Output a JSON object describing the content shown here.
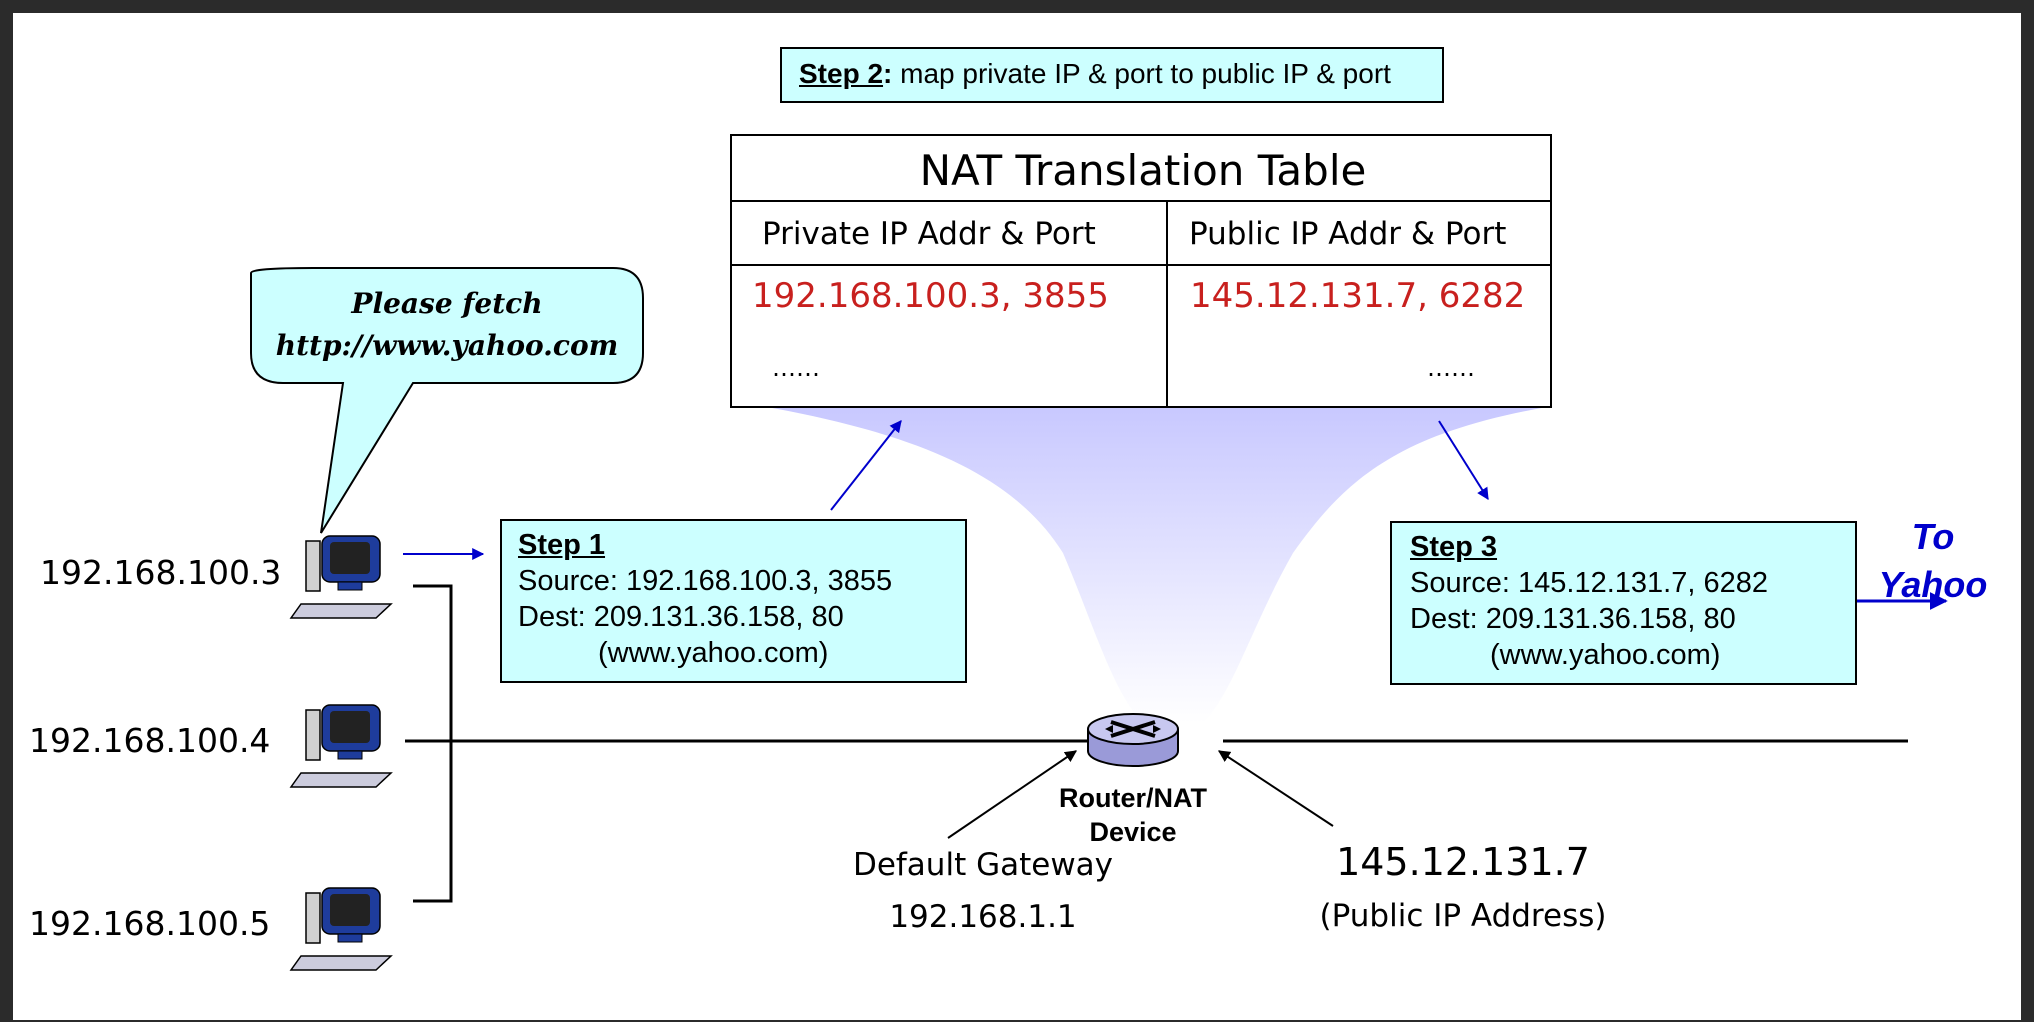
{
  "step2": {
    "label": "Step 2",
    "colon": ":",
    "text": "map private IP & port to public IP & port"
  },
  "nat_table": {
    "title": "NAT Translation Table",
    "headers": [
      "Private IP Addr & Port",
      "Public IP Addr & Port"
    ],
    "rows": [
      [
        "192.168.100.3, 3855",
        "145.12.131.7, 6282"
      ],
      [
        "……",
        "……"
      ]
    ]
  },
  "speech_bubble": {
    "line1": "Please fetch",
    "line2": "http://www.yahoo.com"
  },
  "hosts": [
    "192.168.100.3",
    "192.168.100.4",
    "192.168.100.5"
  ],
  "step1": {
    "label": "Step 1",
    "source": "Source: 192.168.100.3, 3855",
    "dest": "Dest: 209.131.36.158, 80",
    "host": "(www.yahoo.com)"
  },
  "step3": {
    "label": "Step 3",
    "source": "Source: 145.12.131.7, 6282",
    "dest": "Dest: 209.131.36.158, 80",
    "host": "(www.yahoo.com)"
  },
  "to_yahoo": {
    "line1": "To",
    "line2": "Yahoo"
  },
  "router": {
    "line1": "Router/NAT",
    "line2": "Device"
  },
  "gateway": {
    "line1": "Default Gateway",
    "line2": "192.168.1.1"
  },
  "public_ip": {
    "line1": "145.12.131.7",
    "line2": "(Public IP Address)"
  },
  "colors": {
    "box_fill": "#ccffff",
    "red_text": "#c8201e",
    "arrow_blue": "#0000cc",
    "funnel": "#c8c8ff"
  }
}
